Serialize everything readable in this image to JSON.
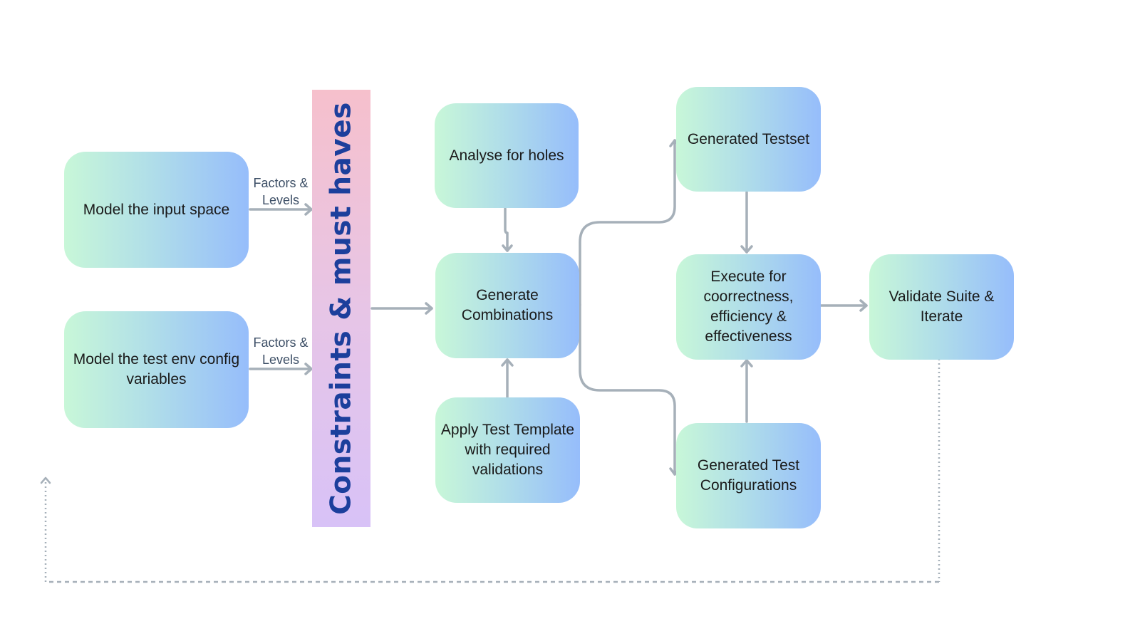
{
  "band": {
    "label": "Constraints & must haves"
  },
  "nodes": {
    "model_input_space": "Model the input space",
    "model_test_env": "Model the test env config variables",
    "analyse_holes": "Analyse for holes",
    "generate_combinations": "Generate Combinations",
    "apply_template": "Apply Test Template with required validations",
    "generated_testset": "Generated Testset",
    "execute": "Execute for coorrectness, efficiency & effectiveness",
    "generated_configs": "Generated Test Configurations",
    "validate_iterate": "Validate Suite & Iterate"
  },
  "edge_labels": {
    "input_to_constraints": "Factors & Levels",
    "env_to_constraints": "Factors & Levels"
  },
  "colors": {
    "node_gradient_start": "#c8f7d8",
    "node_gradient_end": "#96bdfb",
    "band_gradient_start": "#f6c0cc",
    "band_gradient_end": "#d8c2f7",
    "band_text": "#1c3f9c",
    "connector": "#a6b0b9",
    "edge_label_text": "#3d4f66"
  }
}
